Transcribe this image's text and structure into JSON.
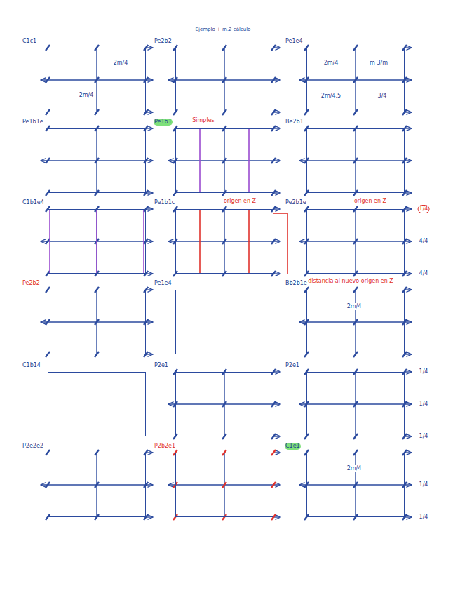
{
  "diagram": {
    "title": "Ejemplo + m.2 cálculo",
    "nodes": [
      {
        "text": [
          "C1c1"
        ]
      },
      {
        "text": [
          "Pe2b2"
        ]
      },
      {
        "text": [
          "Pe1e4"
        ]
      },
      {
        "text": [
          "Pe1b1e"
        ]
      },
      {
        "text": [
          "Pe1b1"
        ]
      },
      {
        "text": [
          "Be2b1"
        ]
      },
      {
        "text": [
          "C1b1e4"
        ]
      },
      {
        "text": [
          "Pe1b1c"
        ]
      },
      {
        "text": [
          "Pe2b1e"
        ]
      },
      {
        "text": [
          "Pe2b2"
        ]
      },
      {
        "text": [
          "Pe1e4"
        ]
      },
      {
        "text": [
          "Bb2b1e"
        ]
      },
      {
        "text": [
          "C1b14"
        ]
      },
      {
        "text": [
          "P2e1"
        ]
      },
      {
        "text": [
          "P2e1"
        ]
      },
      {
        "text": [
          "P2e2e2"
        ]
      },
      {
        "text": [
          "P2b2e1"
        ]
      },
      {
        "text": [
          "C1e1"
        ]
      }
    ],
    "labels": [
      "2m/4",
      "2m/4",
      "2m/4",
      "m 3/m",
      "2m/4.5",
      "3/4",
      "Simples",
      "origen en Z",
      "origen en Z",
      "1/4",
      "4/4",
      "4/4",
      "distancia al nuevo origen en Z",
      "2m/4",
      "1/4",
      "1/4",
      "1/4",
      "2m/4",
      "1/4",
      "1/4"
    ]
  }
}
